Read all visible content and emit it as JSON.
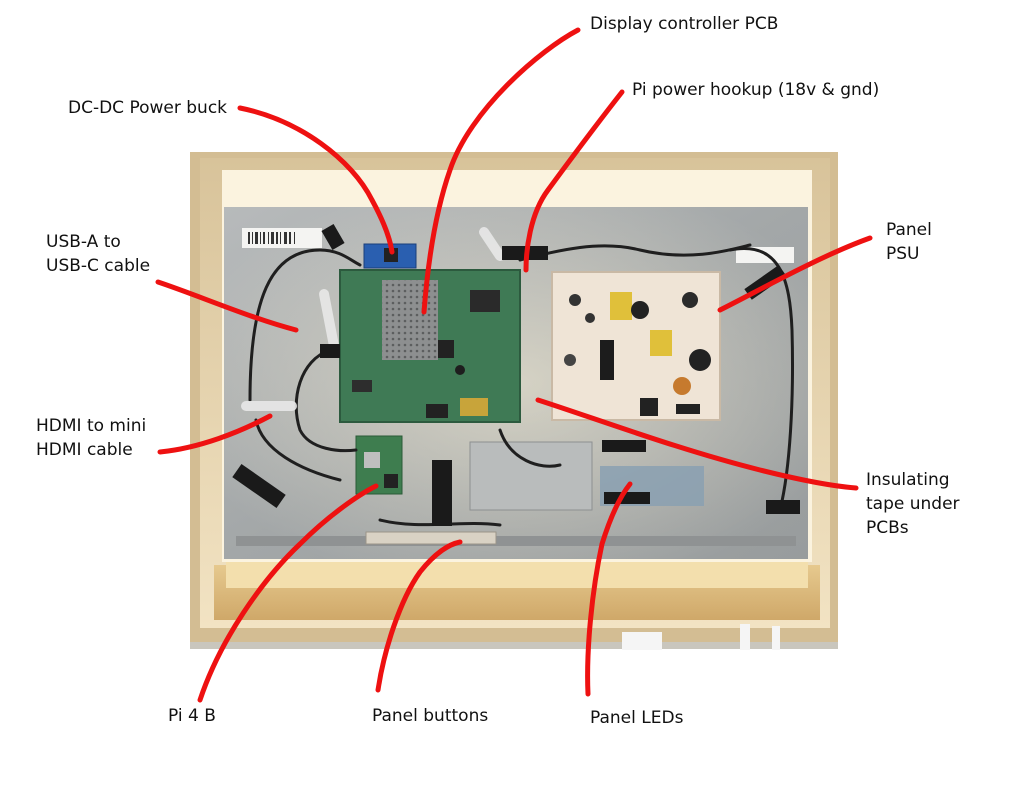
{
  "labels": {
    "display_controller": "Display controller PCB",
    "pi_power": "Pi power hookup (18v & gnd)",
    "dc_buck": "DC-DC Power buck",
    "usb_line1": "USB-A to",
    "usb_line2": "USB-C cable",
    "panel_psu_line1": "Panel",
    "panel_psu_line2": "PSU",
    "hdmi_line1": "HDMI to mini",
    "hdmi_line2": "HDMI cable",
    "insulating_line1": "Insulating",
    "insulating_line2": "tape under",
    "insulating_line3": "PCBs",
    "pi4b": "Pi 4 B",
    "panel_buttons": "Panel buttons",
    "panel_leds": "Panel LEDs"
  },
  "colors": {
    "annotation_line": "#ee1111",
    "wood_frame": "#e9d9b8",
    "metal_back": "#a9acad",
    "controller_pcb": "#3f7a55",
    "psu_board": "#efe4d6"
  }
}
